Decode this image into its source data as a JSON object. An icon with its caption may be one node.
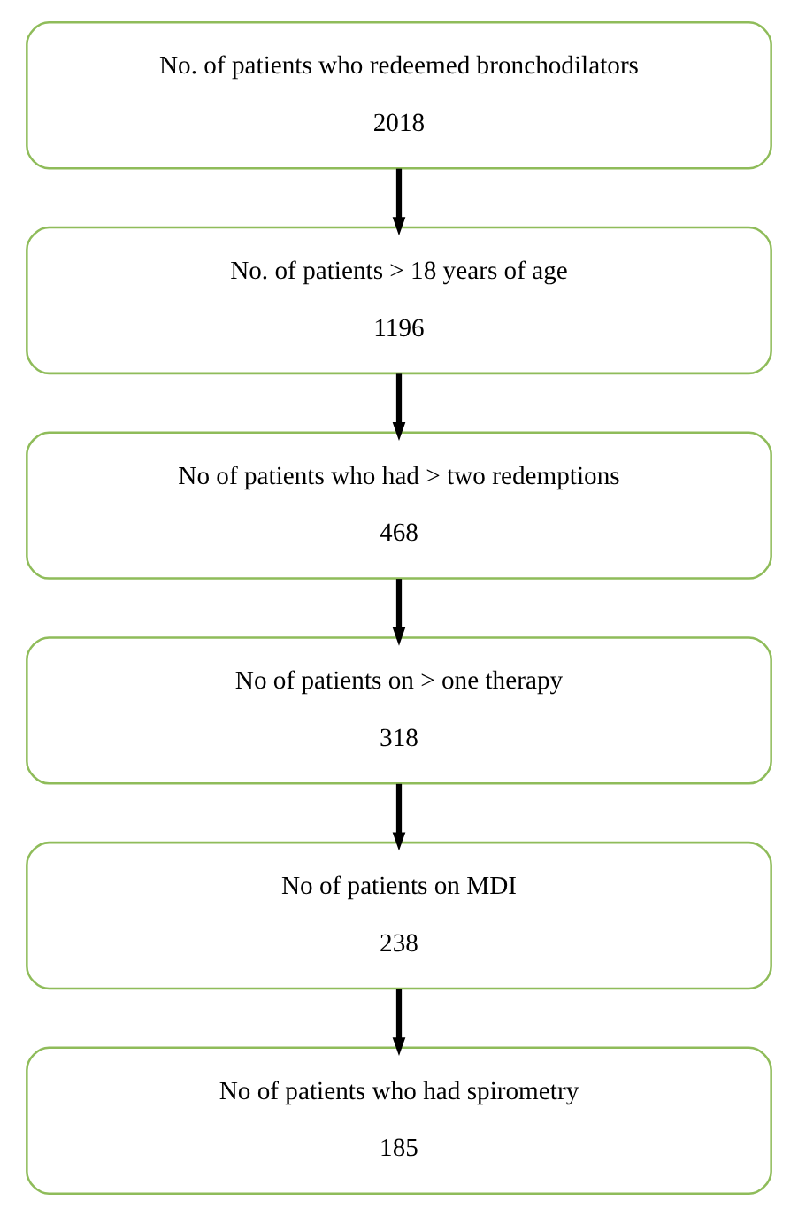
{
  "diagram": {
    "nodes": [
      {
        "text": [
          "No. of patients who redeemed bronchodilators",
          "2018"
        ]
      },
      {
        "text": [
          "No. of patients > 18 years of age",
          "1196"
        ]
      },
      {
        "text": [
          "No of patients who had > two redemptions",
          "468"
        ]
      },
      {
        "text": [
          "No of patients on > one therapy",
          "318"
        ]
      },
      {
        "text": [
          "No of patients on MDI",
          "238"
        ]
      },
      {
        "text": [
          "No of patients who had spirometry",
          "185"
        ]
      }
    ],
    "edges": [
      {
        "from": 0,
        "to": 1,
        "arrow": "to"
      },
      {
        "from": 1,
        "to": 2,
        "arrow": "to"
      },
      {
        "from": 2,
        "to": 3,
        "arrow": "to"
      },
      {
        "from": 3,
        "to": 4,
        "arrow": "to"
      },
      {
        "from": 4,
        "to": 5,
        "arrow": "to"
      }
    ]
  }
}
